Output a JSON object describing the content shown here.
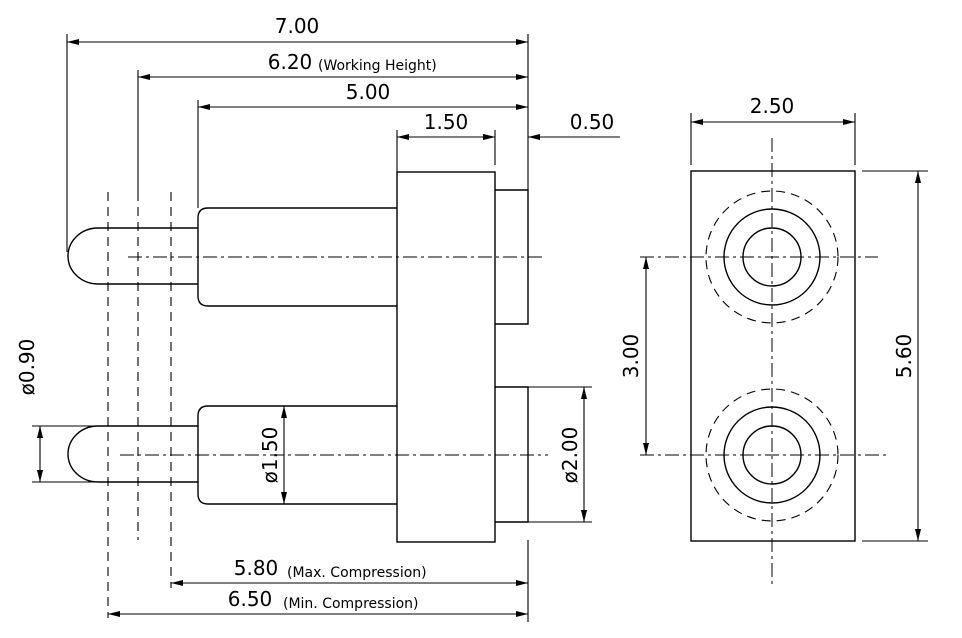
{
  "drawing": {
    "dimensions": {
      "overall_length": "7.00",
      "working_height": "6.20",
      "working_height_note": "(Working Height)",
      "plunger_length": "5.00",
      "body_length": "1.50",
      "flange_length": "0.50",
      "max_compression": "5.80",
      "max_compression_note": "(Max. Compression)",
      "min_compression": "6.50",
      "min_compression_note": "(Min. Compression)",
      "tip_diameter": "ø0.90",
      "barrel_diameter": "ø1.50",
      "flange_diameter": "ø2.00",
      "body_width": "2.50",
      "pin_pitch": "3.00",
      "body_height": "5.60"
    }
  }
}
